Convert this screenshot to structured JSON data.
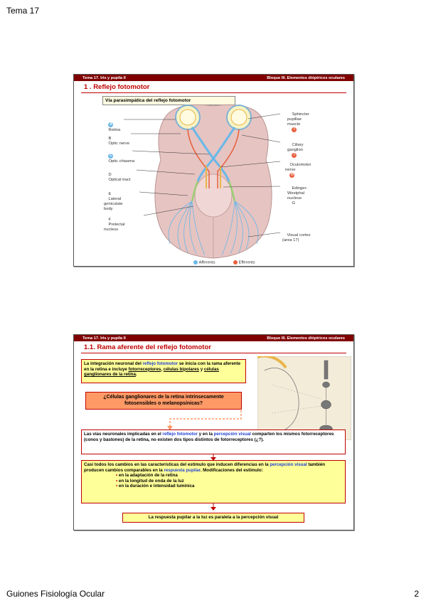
{
  "page": {
    "header": "Tema 17",
    "footer": "Guiones Fisiología Ocular",
    "number": "2"
  },
  "slide1": {
    "bar_left": "Tema 17. Iris y pupila II",
    "bar_right": "Bloque III. Elementos dióptricos oculares",
    "title": "1 . Reflejo fotomotor",
    "subtitle": "Vía parasimpática del reflejo fotomotor",
    "labels_left": [
      {
        "letter": "A",
        "text": "Retina"
      },
      {
        "letter": "B",
        "text": "Optic nerve"
      },
      {
        "letter": "C",
        "text": "Optic chiasma"
      },
      {
        "letter": "D",
        "text": "Optical tract"
      },
      {
        "letter": "E",
        "text": "Lateral\ngeniculate\nbody"
      },
      {
        "letter": "F",
        "text": "Pretectal\nnucleus"
      }
    ],
    "labels_right": [
      {
        "letter": "I",
        "text": "Sphincter\npupillae\nmuscle"
      },
      {
        "letter": "I",
        "text": "Ciliary\nganglion"
      },
      {
        "letter": "H",
        "text": "Oculomotor\nnerve"
      },
      {
        "letter": "G",
        "text": "Edinger-\nWestphal\nnucleus"
      },
      {
        "letter": "",
        "text": "Visual cortex\n(area 17)"
      }
    ],
    "legend": {
      "afferent": "Afferents",
      "efferent": "Efferents"
    },
    "colors": {
      "afferent": "#6ab7e8",
      "efferent": "#e8603c",
      "brain": "#e6c4c2"
    }
  },
  "slide2": {
    "bar_left": "Tema 17. Iris y pupila II",
    "bar_right": "Bloque III. Elementos dióptricos oculares",
    "title": "1.1. Rama aferente del reflejo fotomotor",
    "box1": {
      "t1": "La integración neuronal del ",
      "t2": "reflejo fotomotor",
      "t3": " se inicia con la rama aferente en la retina e incluye ",
      "t4": "fotorreceptores",
      "t5": ", ",
      "t6": "células bipolares",
      "t7": " y ",
      "t8": "células ganglionares de la retina",
      "t9": "."
    },
    "question": "¿Células ganglionares de la retina intrínsecamente fotosensibles o melanopsínicas?",
    "box2": {
      "t1": "Las vías neuronales implicadas en el ",
      "t2": "reflejo fotomotor",
      "t3": " y en la ",
      "t4": "percepción visual",
      "t5": " comparten los mismos fotorreceptores (conos y bastones) de la retina, no existen dos tipos distintos de fotorreceptores (¿?)."
    },
    "box3": {
      "t1": "Casi todos los cambios en las características del estímulo que inducen diferencias en la ",
      "t2": "percepción visual",
      "t3": " también producen cambios comparables en la ",
      "t4": "respuesta pupilar",
      "t5": ". Modificaciones del estímulo:",
      "bullets": [
        "en la adaptación de la retina",
        "en la longitud de onda de la luz",
        "en la duración e intensidad lumínica"
      ]
    },
    "conclusion": "La respuesta pupilar a la luz es paralela a la percepción visual"
  }
}
